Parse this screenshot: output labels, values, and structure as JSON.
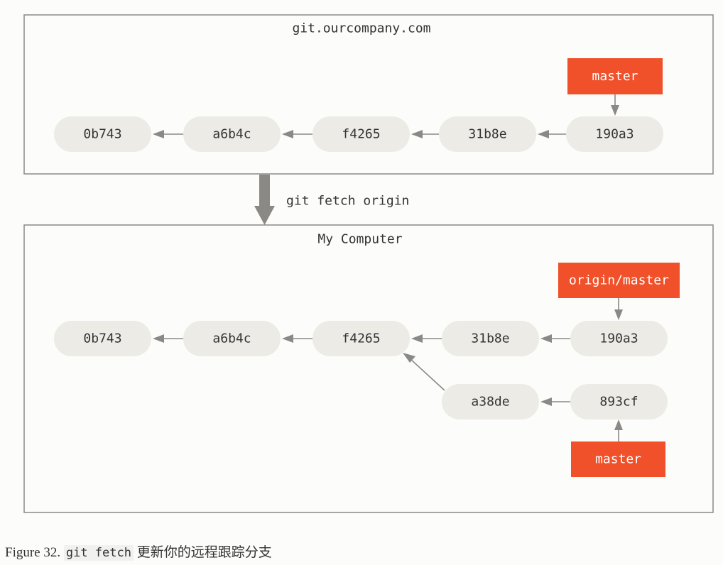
{
  "remote": {
    "title": "git.ourcompany.com",
    "commits": [
      "0b743",
      "a6b4c",
      "f4265",
      "31b8e",
      "190a3"
    ],
    "branch": "master"
  },
  "fetch": {
    "command": "git fetch origin"
  },
  "local": {
    "title": "My Computer",
    "commits": [
      "0b743",
      "a6b4c",
      "f4265",
      "31b8e",
      "190a3"
    ],
    "side_commits": [
      "a38de",
      "893cf"
    ],
    "remote_branch": "origin/master",
    "branch": "master"
  },
  "caption": {
    "prefix": "Figure 32.",
    "code": "git fetch",
    "text": "更新你的远程跟踪分支"
  },
  "colors": {
    "branch": "#f0512a",
    "commit": "#ecebe6",
    "arrow": "#8a8985",
    "border": "#8a8a87"
  }
}
